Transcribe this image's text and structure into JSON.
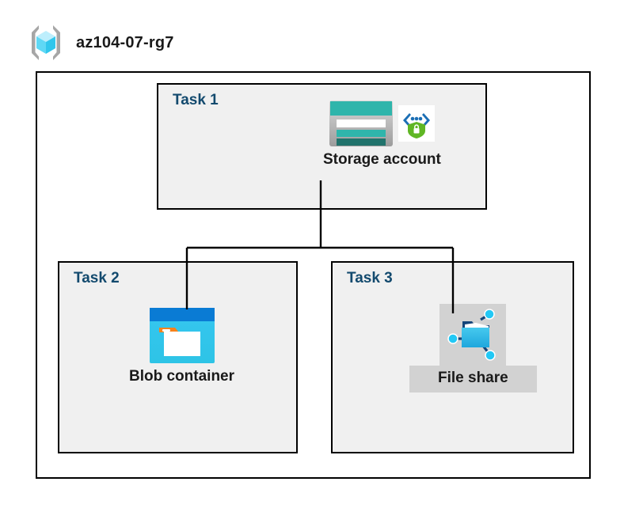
{
  "resource_group": {
    "name": "az104-07-rg7",
    "icon": "resource-group-cube-icon"
  },
  "diagram": {
    "type": "hierarchy",
    "root": "Storage account",
    "tasks": [
      {
        "id": "task1",
        "label": "Task 1",
        "node_caption": "Storage account",
        "icons": [
          "storage-account-icon",
          "secure-endpoint-shield-icon"
        ],
        "selected": false
      },
      {
        "id": "task2",
        "label": "Task 2",
        "node_caption": "Blob container",
        "icons": [
          "blob-container-icon"
        ],
        "selected": false
      },
      {
        "id": "task3",
        "label": "Task 3",
        "node_caption": "File share",
        "icons": [
          "file-share-folder-icon"
        ],
        "selected": true
      }
    ]
  },
  "colors": {
    "task_label": "#134a6e",
    "box_fill": "#f0f0f0",
    "box_border": "#000000",
    "selection_highlight": "#d2d2d2",
    "storage_teal": "#2fb5ab",
    "storage_teal_dark": "#1f7a72",
    "blob_blue": "#0078d4",
    "blob_cyan": "#32c5f4",
    "blob_orange": "#f7821b",
    "fileshare_blue": "#32bde8",
    "shield_green": "#5fb624",
    "bracket_blue": "#1c6fb5",
    "cube_cyan": "#9fe8fb",
    "bracket_gray": "#a6a6a6"
  }
}
